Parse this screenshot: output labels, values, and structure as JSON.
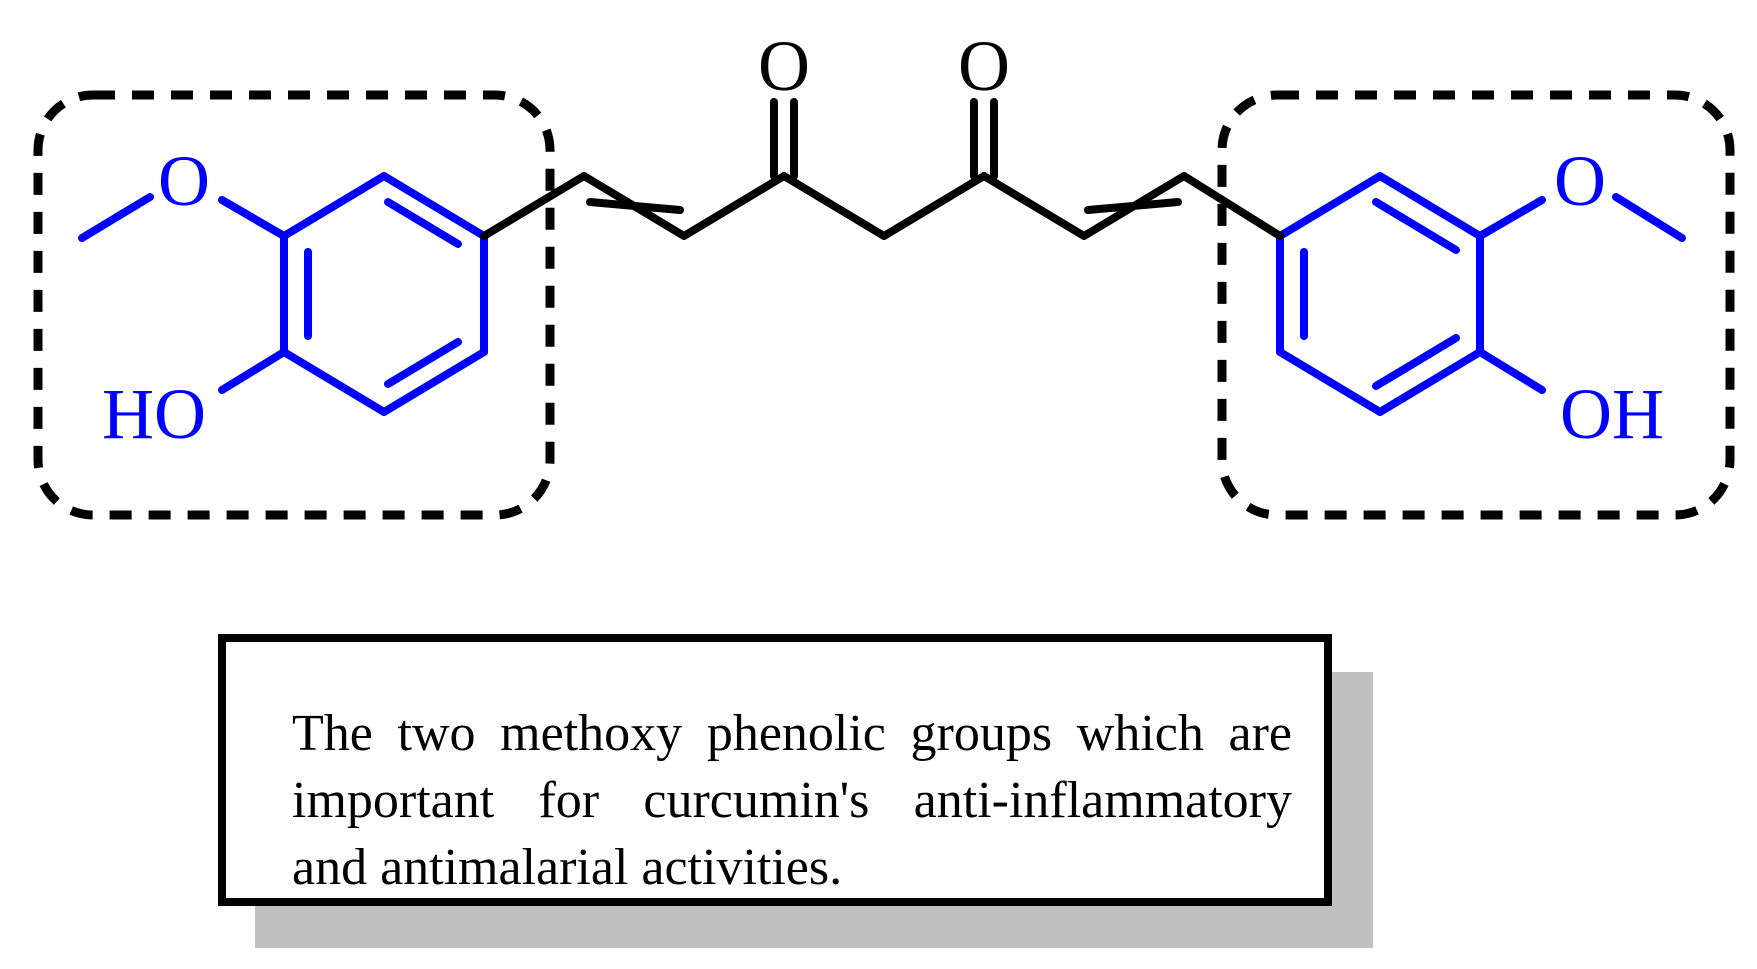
{
  "colors": {
    "highlight": "#0000ff",
    "backbone": "#000000",
    "shadow": "#c0c0c0",
    "background": "#ffffff"
  },
  "structure": {
    "left_methoxy_oxygen": "O",
    "left_hydroxyl": "HO",
    "carbonyl_1": "O",
    "carbonyl_2": "O",
    "right_methoxy_oxygen": "O",
    "right_hydroxyl": "OH"
  },
  "caption": {
    "line1": "The two methoxy phenolic groups which are",
    "line2": "important for curcumin's anti-inflammatory",
    "line3": "and antimalarial activities."
  }
}
